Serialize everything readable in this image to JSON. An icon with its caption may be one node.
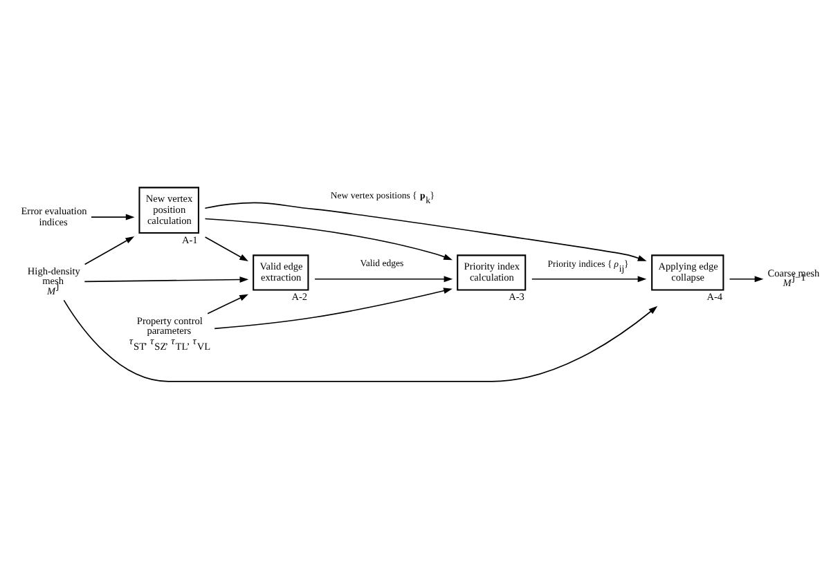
{
  "diagram": {
    "nodes": [
      {
        "text": [
          "New vertex position calculation"
        ],
        "beside": [
          "A-1"
        ]
      },
      {
        "text": [
          "Valid edge extraction"
        ],
        "beside": [
          "A-2"
        ]
      },
      {
        "text": [
          "Priority index calculation"
        ],
        "beside": [
          "A-3"
        ]
      },
      {
        "text": [
          "Applying edge collapse"
        ],
        "beside": [
          "A-4"
        ]
      },
      {
        "text": [
          "High-density mesh",
          "*M*$^{j}$"
        ]
      },
      {
        "text": [
          "Error evaluation indices"
        ]
      },
      {
        "text": [
          "Property control parameters",
          "*τ*$_{ST}$, *τ*$_{SZ}$, *τ*$_{TL}$, *τ*$_{VL}$"
        ]
      },
      {
        "text": [
          "Coarse mesh",
          "*M*$^{j−1}$"
        ]
      }
    ],
    "edges": [
      {
        "from": 4,
        "to": 0,
        "arrow": "to"
      },
      {
        "from": 4,
        "to": 1,
        "arrow": "to"
      },
      {
        "from": 4,
        "to": 3,
        "arrow": "to"
      },
      {
        "from": 5,
        "to": 0,
        "arrow": "to"
      },
      {
        "from": 0,
        "to": 1,
        "arrow": "to"
      },
      {
        "from": 0,
        "to": 2,
        "arrow": "to"
      },
      {
        "from": 0,
        "to": 3,
        "arrow": "to",
        "label": "New vertex positions {**p**$_{k}$}"
      },
      {
        "from": 6,
        "to": 1,
        "arrow": "to"
      },
      {
        "from": 6,
        "to": 2,
        "arrow": "to"
      },
      {
        "from": 1,
        "to": 2,
        "arrow": "to",
        "label": "Valid edges"
      },
      {
        "from": 2,
        "to": 3,
        "arrow": "to",
        "label": "Priority indices {*ρ*$_{ij}$}"
      },
      {
        "from": 3,
        "to": 7,
        "arrow": "to"
      }
    ]
  }
}
